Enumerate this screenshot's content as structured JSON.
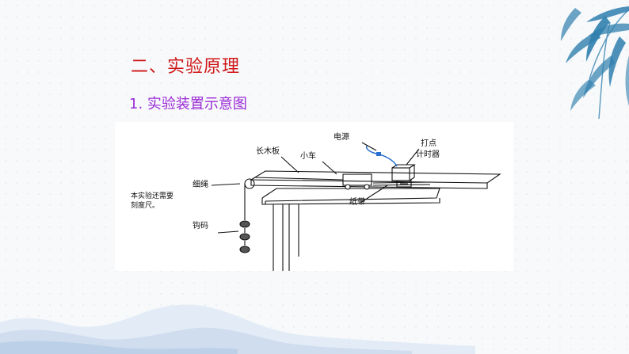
{
  "slide": {
    "heading": "二、实验原理",
    "subheading": "1. 实验装置示意图"
  },
  "diagram": {
    "labels": {
      "power_supply": "电源",
      "timer_line1": "打点",
      "timer_line2": "计时器",
      "long_board": "长木板",
      "cart": "小车",
      "string": "细绳",
      "paper_tape": "纸带",
      "weights": "钩码",
      "note": "本实验还需要刻度尺。"
    }
  },
  "colors": {
    "heading": "#d01818",
    "subheading": "#9b2bd6",
    "decor_blue": "#2f7fae",
    "power_cord": "#2a6fcf"
  }
}
